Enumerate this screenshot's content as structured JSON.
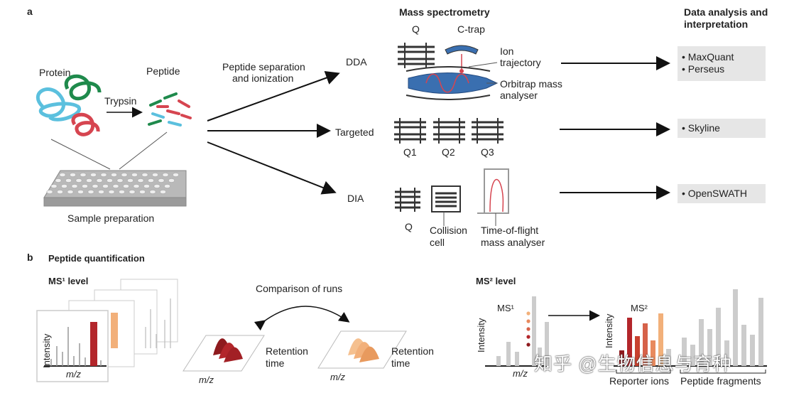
{
  "section_a": {
    "panel": "a",
    "protein": "Protein",
    "trypsin": "Trypsin",
    "peptide": "Peptide",
    "sample_prep": "Sample preparation",
    "sep_line1": "Peptide separation",
    "sep_line2": "and ionization",
    "ms_title": "Mass spectrometry",
    "da_title_line1": "Data analysis and",
    "da_title_line2": "interpretation",
    "dda": "DDA",
    "targeted": "Targeted",
    "dia": "DIA",
    "q": "Q",
    "ctrap": "C-trap",
    "ion_line1": "Ion",
    "ion_line2": "trajectory",
    "orbi_line1": "Orbitrap mass",
    "orbi_line2": "analyser",
    "q1": "Q1",
    "q2": "Q2",
    "q3": "Q3",
    "q_dia": "Q",
    "collision_line1": "Collision",
    "collision_line2": "cell",
    "tof_line1": "Time-of-flight",
    "tof_line2": "mass analyser",
    "tools": {
      "dda": [
        "• MaxQuant",
        "• Perseus"
      ],
      "targeted": [
        "• Skyline"
      ],
      "dia": [
        "• OpenSWATH"
      ]
    }
  },
  "section_b": {
    "panel": "b",
    "title": "Peptide quantification",
    "ms1_level": "MS¹ level",
    "ms2_level": "MS² level",
    "comparison": "Comparison of runs",
    "intensity": "Intensity",
    "mz": "m/z",
    "retention_line1": "Retention",
    "retention_line2": "time",
    "ms1_tag": "MS¹",
    "ms2_tag": "MS²",
    "reporter_ions": "Reporter ions",
    "peptide_fragments": "Peptide fragments"
  },
  "colors": {
    "dark_red": "#b3262b",
    "light_orange": "#f2b07a",
    "green": "#1f8a4c",
    "cyan": "#5bc0de",
    "blue_instrument": "#3a6fb0",
    "gray_box": "#e6e6e6"
  },
  "watermark": "知乎 @生物信息与育种"
}
